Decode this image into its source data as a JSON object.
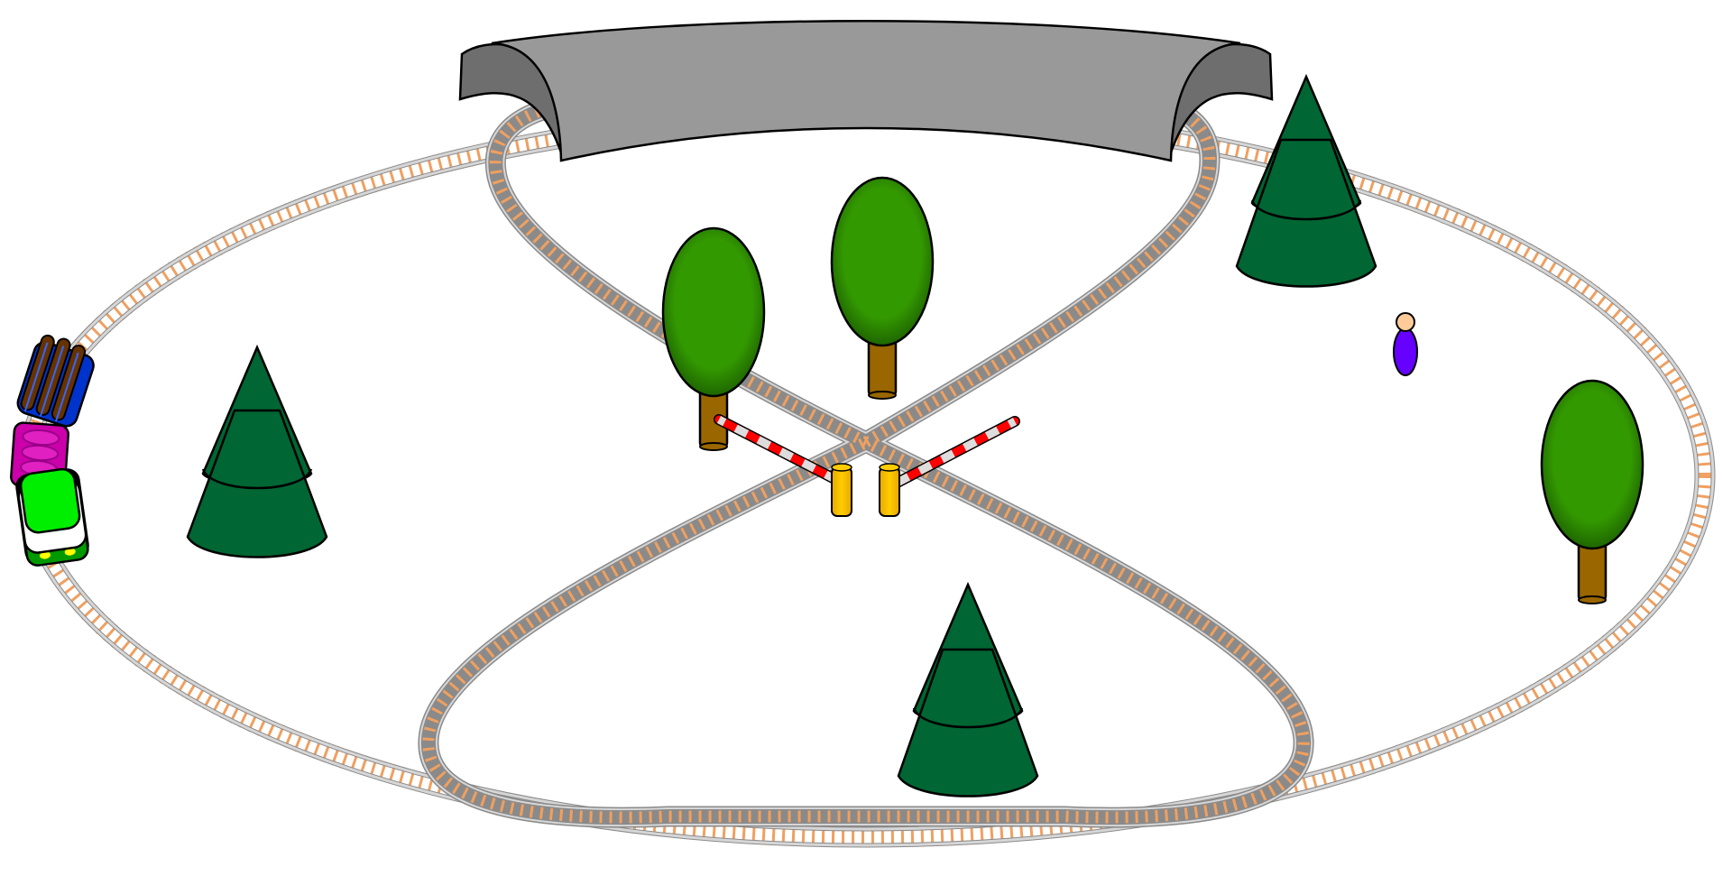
{
  "colors": {
    "background": "#ffffff",
    "rail": "#c8c8c8",
    "rail_edge": "#8a8a8a",
    "sleeper": "#f0a060",
    "tunnel_top": "#999999",
    "tunnel_side": "#6e6e6e",
    "pine": "#006633",
    "leafy": "#339900",
    "trunk": "#996600",
    "barrier_red": "#ff0000",
    "barrier_white": "#dddddd",
    "barrier_post": "#ffcc00",
    "person_body": "#6600ff",
    "person_head": "#ffcc99",
    "wagon_log_base": "#0033cc",
    "wagon_log": "#663300",
    "wagon_pink": "#cc00aa",
    "engine_green": "#00ee00",
    "engine_dark": "#009900"
  },
  "scene": {
    "tracks": [
      "outer-oval-track",
      "figure-eight-track"
    ],
    "tunnel": "tunnel",
    "crossing": {
      "left_barrier": "crossing-barrier-left",
      "right_barrier": "crossing-barrier-right"
    },
    "trees": [
      {
        "kind": "pine-tree-icon"
      },
      {
        "kind": "pine-tree-icon"
      },
      {
        "kind": "pine-tree-icon"
      },
      {
        "kind": "leafy-tree-icon"
      },
      {
        "kind": "leafy-tree-icon"
      },
      {
        "kind": "leafy-tree-icon"
      }
    ],
    "person": "person-icon",
    "train": [
      "log-wagon",
      "pink-wagon",
      "locomotive"
    ]
  }
}
